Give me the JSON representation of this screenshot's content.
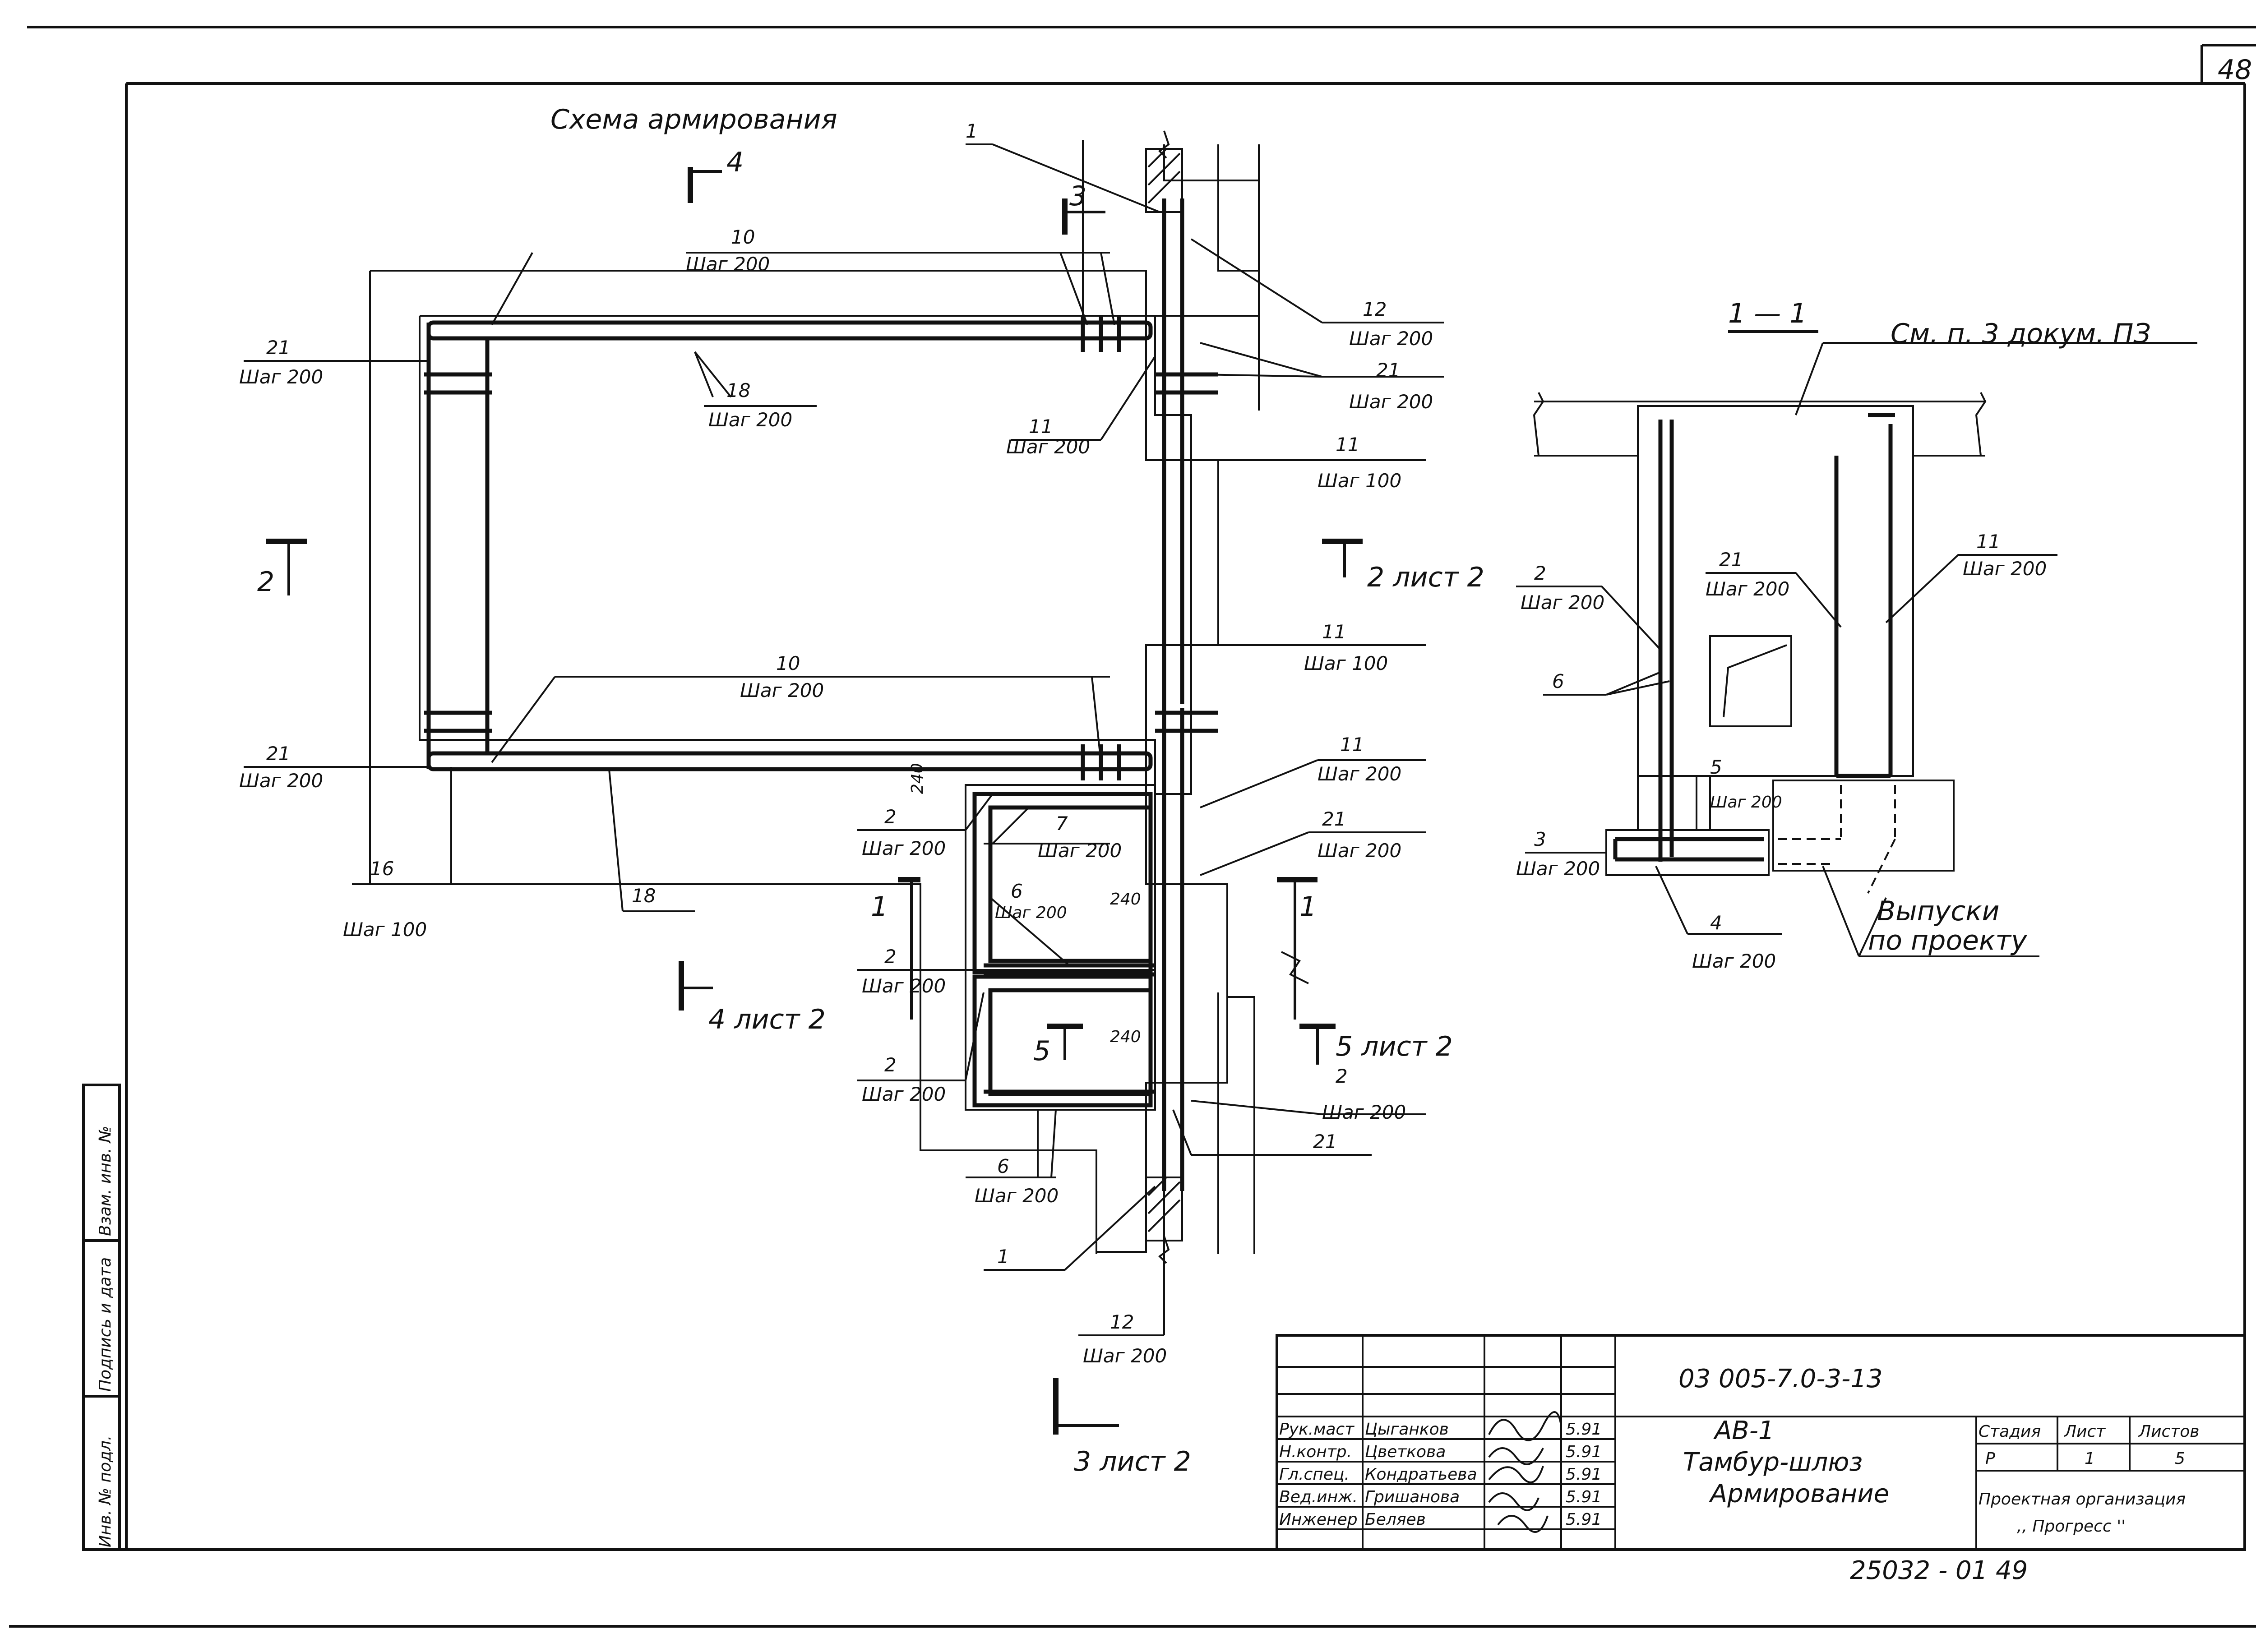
{
  "sheet_number": "48",
  "plan_title": "Схема армирования",
  "section_title": "1 — 1",
  "note_ref": "См. п. 3  докум. ПЗ",
  "plan_labels": {
    "cut4_top": "4",
    "cut3_top": "3",
    "cut2_left": "2",
    "cut2_right": "2 лист 2",
    "cut1_left": "1",
    "cut1_right": "1",
    "cut4_bottom": "4 лист 2",
    "cut5_left": "5",
    "cut5_right": "5 лист 2",
    "cut3_bottom": "3 лист 2",
    "dim_240_a": "240",
    "dim_240_b": "240",
    "dim_240_c": "240"
  },
  "callouts": [
    {
      "id": "c1_top",
      "mark": "1",
      "step": ""
    },
    {
      "id": "c10_top",
      "mark": "10",
      "step": "Шаг 200"
    },
    {
      "id": "c12_top",
      "mark": "12",
      "step": "Шаг 200"
    },
    {
      "id": "c21_topright",
      "mark": "21",
      "step": "Шаг 200"
    },
    {
      "id": "c21_left_top",
      "mark": "21",
      "step": "Шаг 200"
    },
    {
      "id": "c18_top",
      "mark": "18",
      "step": "Шаг 200"
    },
    {
      "id": "c11_topmid",
      "mark": "11",
      "step": "Шаг 200"
    },
    {
      "id": "c11_right_top",
      "mark": "11",
      "step": "Шаг 100"
    },
    {
      "id": "c11_right_mid",
      "mark": "11",
      "step": "Шаг 100"
    },
    {
      "id": "c10_mid",
      "mark": "10",
      "step": "Шаг 200"
    },
    {
      "id": "c21_left_bottom",
      "mark": "21",
      "step": "Шаг 200"
    },
    {
      "id": "c11_right_low",
      "mark": "11",
      "step": "Шаг 200"
    },
    {
      "id": "c2_a",
      "mark": "2",
      "step": "Шаг 200"
    },
    {
      "id": "c7",
      "mark": "7",
      "step": "Шаг 200"
    },
    {
      "id": "c21_right_low",
      "mark": "21",
      "step": "Шаг 200"
    },
    {
      "id": "c16",
      "mark": "16",
      "step": "Шаг 100"
    },
    {
      "id": "c18_bottom",
      "mark": "18",
      "step": ""
    },
    {
      "id": "c6_a",
      "mark": "6",
      "step": "Шаг 200"
    },
    {
      "id": "c2_b",
      "mark": "2",
      "step": "Шаг 200"
    },
    {
      "id": "c2_c",
      "mark": "2",
      "step": "Шаг 200"
    },
    {
      "id": "c2_d",
      "mark": "2",
      "step": "Шаг 200"
    },
    {
      "id": "c21_bottom",
      "mark": "21",
      "step": ""
    },
    {
      "id": "c6_b",
      "mark": "6",
      "step": "Шаг 200"
    },
    {
      "id": "c1_bottom",
      "mark": "1",
      "step": ""
    },
    {
      "id": "c12_bottom",
      "mark": "12",
      "step": "Шаг 200"
    }
  ],
  "section_callouts": [
    {
      "id": "s11",
      "mark": "11",
      "step": "Шаг 200"
    },
    {
      "id": "s2",
      "mark": "2",
      "step": "Шаг 200"
    },
    {
      "id": "s21",
      "mark": "21",
      "step": "Шаг 200"
    },
    {
      "id": "s6",
      "mark": "6",
      "step": ""
    },
    {
      "id": "s5",
      "mark": "5",
      "step": "Шаг 200"
    },
    {
      "id": "s3",
      "mark": "3",
      "step": "Шаг 200"
    },
    {
      "id": "s4",
      "mark": "4",
      "step": "Шаг 200"
    }
  ],
  "release_note_line1": "Выпуски",
  "release_note_line2": "по проекту",
  "left_margin": {
    "inv_podl": "Инв. № подл.",
    "podpis": "Подпись и дата",
    "vzam": "Взам. инв. №"
  },
  "title_block": {
    "doc_code": "03 005-7.0-3-13",
    "title_line1": "АВ-1",
    "title_line2": "Тамбур-шлюз",
    "title_line3": "Армирование",
    "roles": [
      "Рук.маст",
      "Н.контр.",
      "Гл.спец.",
      "Вед.инж.",
      "Инженер"
    ],
    "names": [
      "Цыганков",
      "Цветкова",
      "Кондратьева",
      "Гришанова",
      "Беляев"
    ],
    "dates": [
      "5.91",
      "5.91",
      "5.91",
      "5.91",
      "5.91"
    ],
    "stage_label": "Стадия",
    "sheet_label": "Лист",
    "sheets_label": "Листов",
    "stage": "Р",
    "sheet": "1",
    "sheets": "5",
    "org_line1": "Проектная организация",
    "org_line2": ",, Прогресс ''"
  },
  "archive_number": "25032 - 01   49"
}
